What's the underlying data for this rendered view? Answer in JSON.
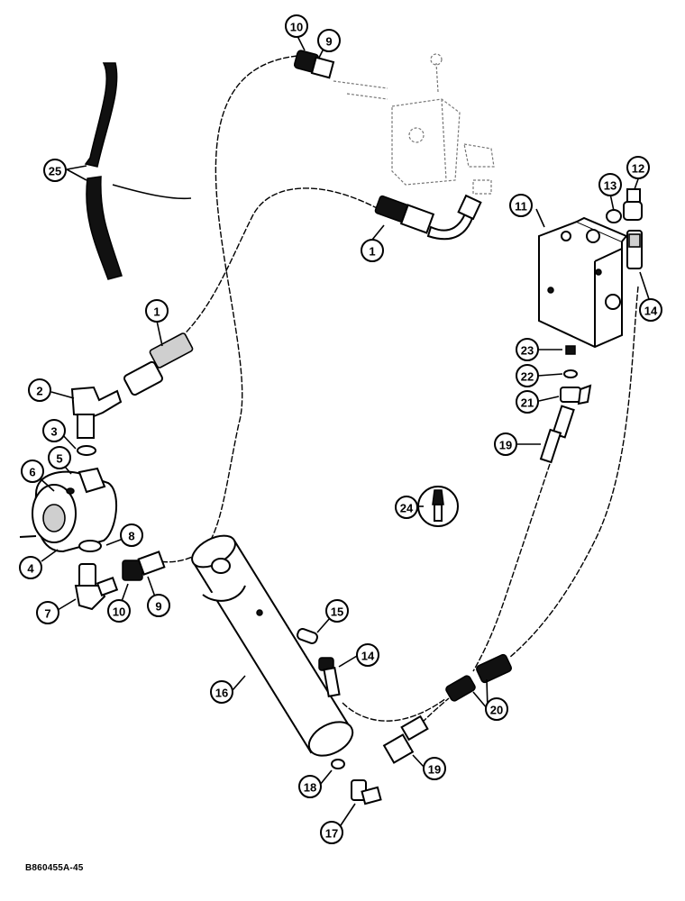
{
  "drawing_id": "B860455A-45",
  "callouts": {
    "c1a": "1",
    "c1b": "1",
    "c2": "2",
    "c3": "3",
    "c4": "4",
    "c5": "5",
    "c6": "6",
    "c7": "7",
    "c8": "8",
    "c9a": "9",
    "c9b": "9",
    "c10a": "10",
    "c10b": "10",
    "c11": "11",
    "c12": "12",
    "c13": "13",
    "c14a": "14",
    "c14b": "14",
    "c15": "15",
    "c16": "16",
    "c17": "17",
    "c18": "18",
    "c19a": "19",
    "c19b": "19",
    "c20": "20",
    "c21": "21",
    "c22": "22",
    "c23": "23",
    "c24": "24",
    "c25": "25"
  }
}
